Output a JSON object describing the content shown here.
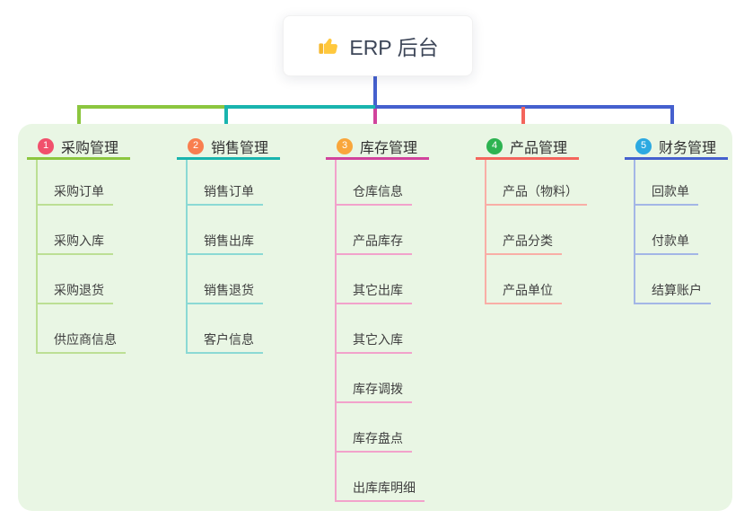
{
  "root": {
    "title": "ERP 后台",
    "icon": "thumbs-up"
  },
  "colors": {
    "page_background": "#ffffff",
    "panel_background": "#e9f6e4",
    "root_card_background": "#ffffff",
    "root_text": "#3d4658",
    "root_connector": "#4560ce"
  },
  "branches": [
    {
      "number": "1",
      "title": "采购管理",
      "color": "#8cc63f",
      "light": "#bcdf94",
      "badge": "#f1506c",
      "children": [
        "采购订单",
        "采购入库",
        "采购退货",
        "供应商信息"
      ]
    },
    {
      "number": "2",
      "title": "销售管理",
      "color": "#19b4ae",
      "light": "#8bd9d4",
      "badge": "#f97e4f",
      "children": [
        "销售订单",
        "销售出库",
        "销售退货",
        "客户信息"
      ]
    },
    {
      "number": "3",
      "title": "库存管理",
      "color": "#d1439c",
      "light": "#f2a2cb",
      "badge": "#f9a63b",
      "children": [
        "仓库信息",
        "产品库存",
        "其它出库",
        "其它入库",
        "库存调拨",
        "库存盘点",
        "出库库明细"
      ]
    },
    {
      "number": "4",
      "title": "产品管理",
      "color": "#f4655c",
      "light": "#f9aea6",
      "badge": "#2db351",
      "children": [
        "产品（物料）",
        "产品分类",
        "产品单位"
      ]
    },
    {
      "number": "5",
      "title": "财务管理",
      "color": "#4560ce",
      "light": "#a3b6e6",
      "badge": "#2ca9e1",
      "children": [
        "回款单",
        "付款单",
        "结算账户"
      ]
    }
  ]
}
